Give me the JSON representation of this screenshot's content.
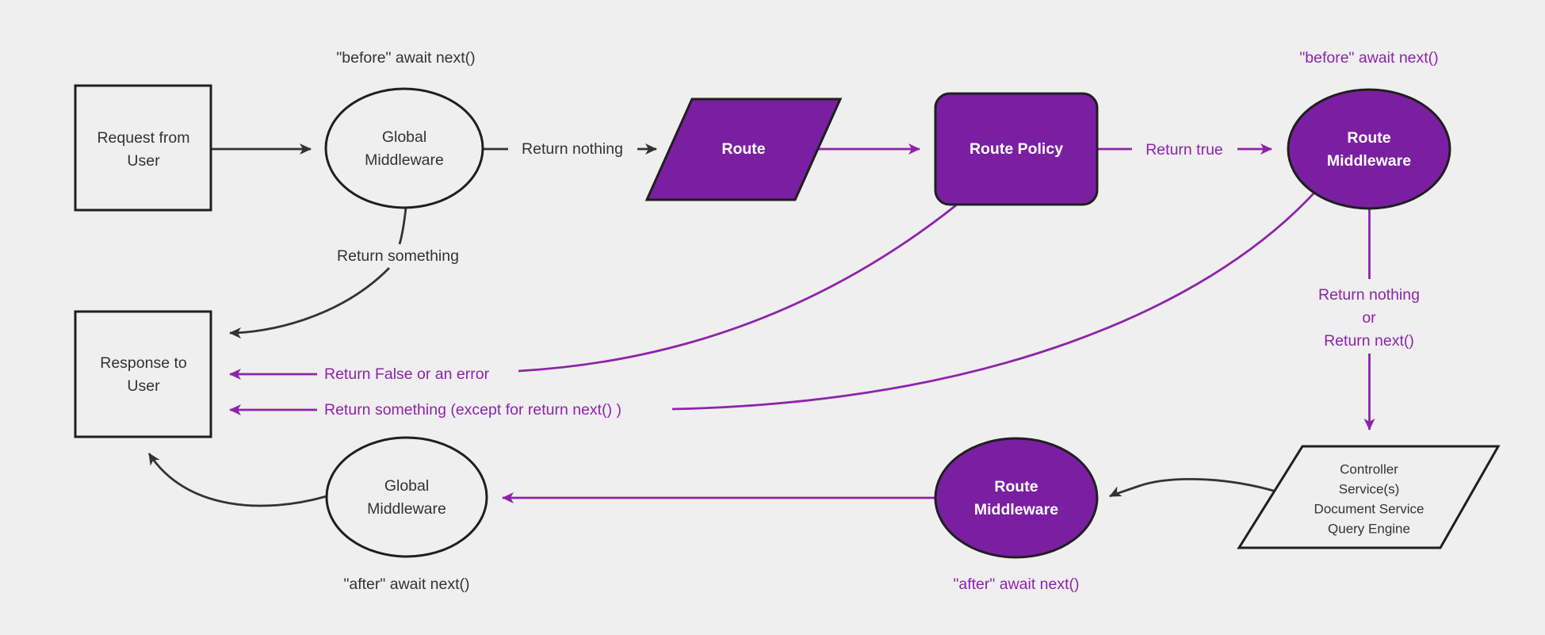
{
  "colors": {
    "background": "#efefef",
    "node_fill_purple": "#7b1fa2",
    "node_stroke": "#1f1f1f",
    "edge_purple": "#8e24aa",
    "edge_dark": "#333333",
    "text_dark": "#333333",
    "text_light": "#ffffff"
  },
  "nodes": {
    "request": {
      "lines": [
        "Request from",
        "User"
      ]
    },
    "global_middleware_top": {
      "lines": [
        "Global",
        "Middleware"
      ]
    },
    "route": {
      "label": "Route"
    },
    "route_policy": {
      "label": "Route Policy"
    },
    "route_middleware_top": {
      "lines": [
        "Route",
        "Middleware"
      ]
    },
    "controller": {
      "lines": [
        "Controller",
        "Service(s)",
        "Document Service",
        "Query Engine"
      ]
    },
    "route_middleware_bottom": {
      "lines": [
        "Route",
        "Middleware"
      ]
    },
    "global_middleware_bottom": {
      "lines": [
        "Global",
        "Middleware"
      ]
    },
    "response": {
      "lines": [
        "Response to",
        "User"
      ]
    }
  },
  "edge_labels": {
    "before_await_next_global": "\"before\" await next()",
    "before_await_next_route": "\"before\" await next()",
    "return_nothing": "Return nothing",
    "return_true": "Return true",
    "return_nothing_or": [
      "Return nothing",
      "or",
      "Return next()"
    ],
    "return_something": "Return something",
    "return_false_or_error": "Return False or an error",
    "return_something_except": "Return something (except for return next() )",
    "after_await_next_route": "\"after\" await next()",
    "after_await_next_global": "\"after\" await next()"
  }
}
